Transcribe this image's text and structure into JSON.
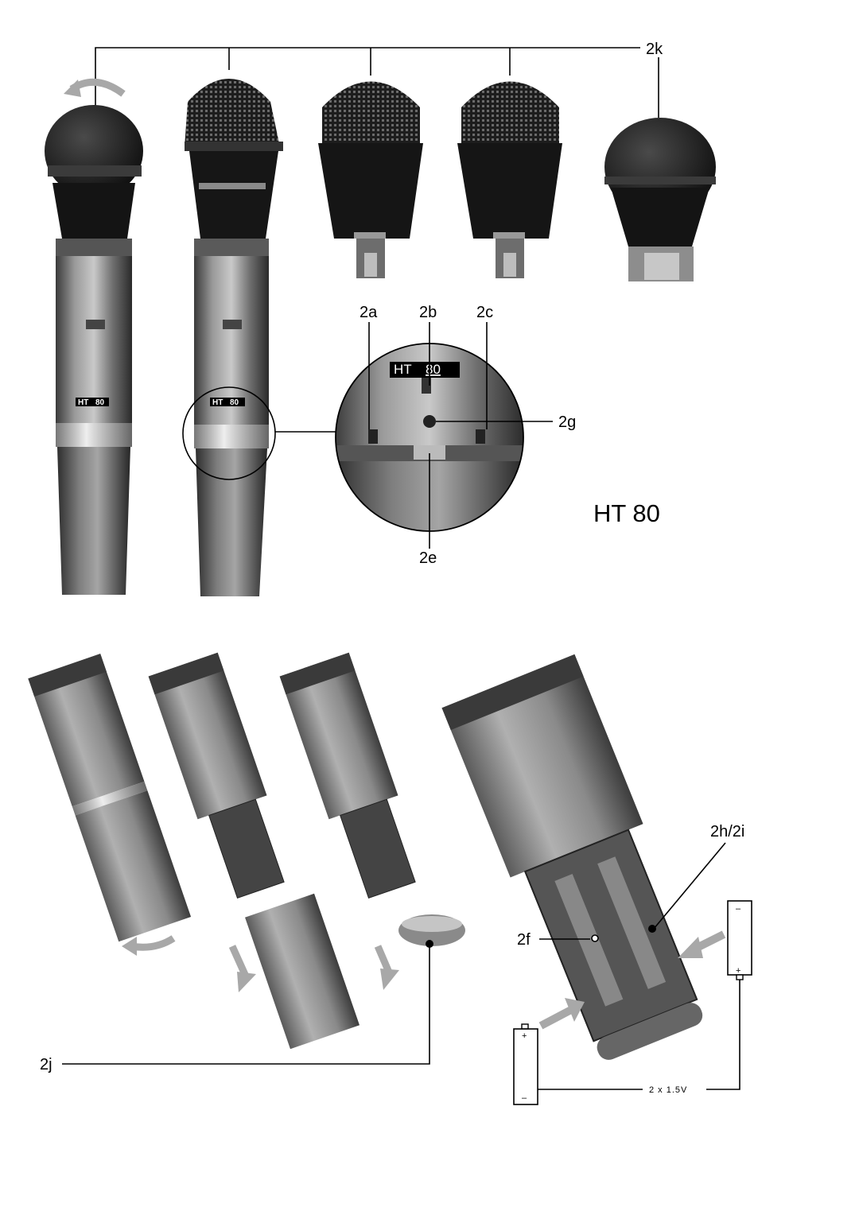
{
  "title": "HT 80",
  "callouts": {
    "k": "2k",
    "a": "2a",
    "b": "2b",
    "c": "2c",
    "g": "2g",
    "e": "2e",
    "j": "2j",
    "f": "2f",
    "hi": "2h/2i",
    "voltage": "2 x 1.5V"
  },
  "badge": {
    "ht": "HT",
    "num": "80"
  },
  "battery": {
    "plus": "+",
    "minus": "–"
  },
  "colors": {
    "ink": "#000000",
    "dark": "#1c1c1c",
    "mid": "#7a7a7a",
    "light": "#c8c8c8",
    "arrow": "#a8a8a8"
  },
  "icons": [
    "rotate-arrow-icon",
    "down-arrow-icon",
    "insert-arrow-icon",
    "battery-icon"
  ]
}
